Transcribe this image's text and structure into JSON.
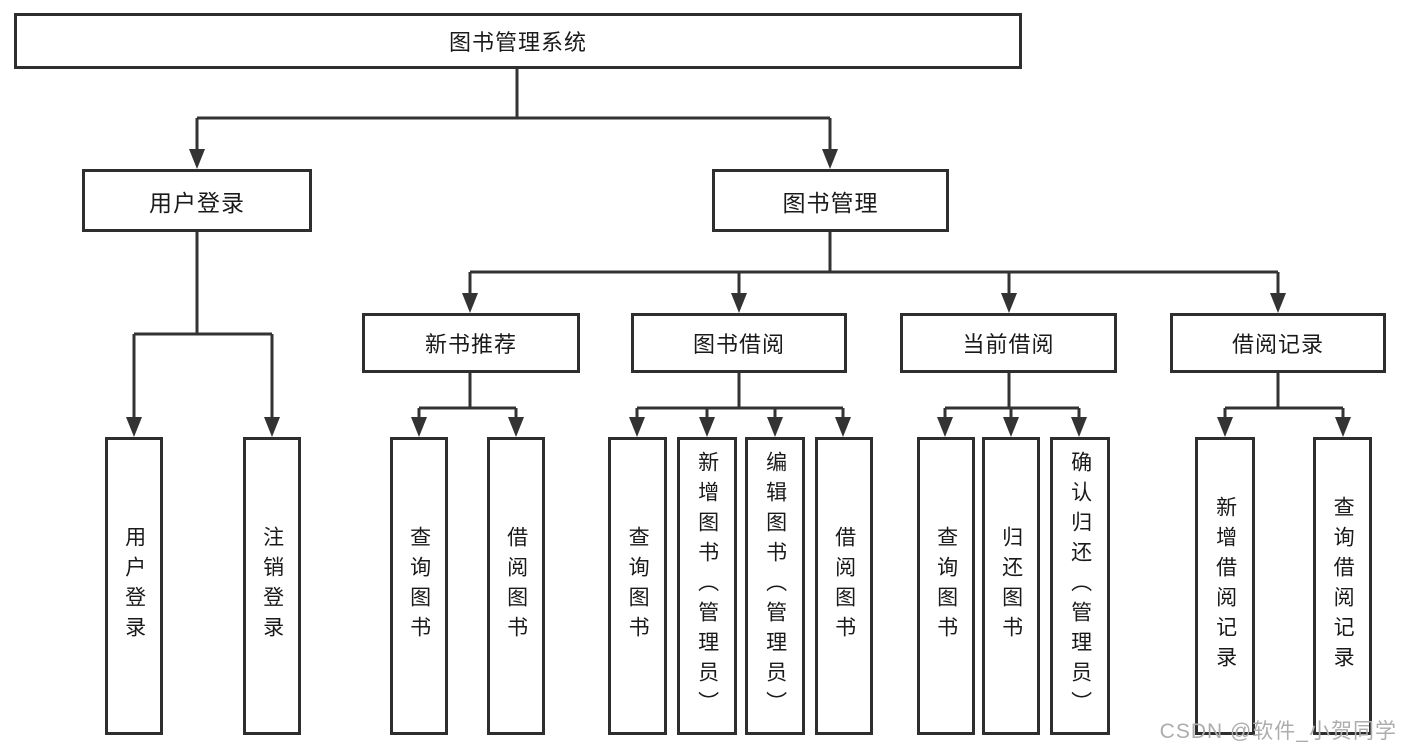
{
  "tree": {
    "root": {
      "label": "图书管理系统"
    },
    "branches": [
      {
        "label": "用户登录",
        "children": [
          {
            "label": "用户登录"
          },
          {
            "label": "注销登录"
          }
        ]
      },
      {
        "label": "图书管理",
        "children": [
          {
            "label": "新书推荐",
            "children": [
              {
                "label": "查询图书"
              },
              {
                "label": "借阅图书"
              }
            ]
          },
          {
            "label": "图书借阅",
            "children": [
              {
                "label": "查询图书"
              },
              {
                "label": "新增图书（管理员）"
              },
              {
                "label": "编辑图书（管理员）"
              },
              {
                "label": "借阅图书"
              }
            ]
          },
          {
            "label": "当前借阅",
            "children": [
              {
                "label": "查询图书"
              },
              {
                "label": "归还图书"
              },
              {
                "label": "确认归还（管理员）"
              }
            ]
          },
          {
            "label": "借阅记录",
            "children": [
              {
                "label": "新增借阅记录"
              },
              {
                "label": "查询借阅记录"
              }
            ]
          }
        ]
      }
    ]
  },
  "watermark": "CSDN @软件_小贺同学",
  "colors": {
    "line": "#333333",
    "box_border": "#2e2e2e",
    "text": "#1a1a1a",
    "background": "#ffffff",
    "watermark": "#adadad"
  }
}
